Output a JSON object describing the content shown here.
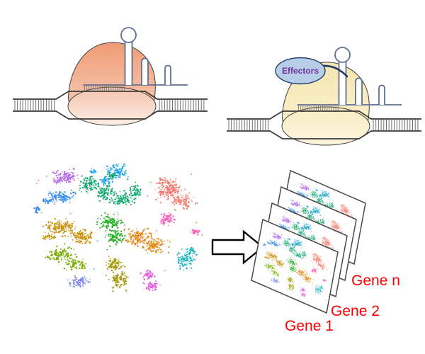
{
  "figure": {
    "labels": {
      "effectors": "Effectors",
      "gene_1": "Gene 1",
      "gene_2": "Gene 2",
      "gene_n": "Gene n"
    },
    "colors": {
      "background": "#ffffff",
      "dna_strand": "#3a3a3a",
      "dna_rung": "#6e6e6e",
      "hatch_rung": "#7a7a7a",
      "rna": "#5d6f93",
      "protein_outline": "#3f3f3f",
      "protein_left_lobe_top": "#ef9b74",
      "protein_left_lobe_bottom": "#f6c5ae",
      "protein_left_body_top": "#f5c3ac",
      "protein_left_body_bottom": "#fcede4",
      "protein_right_lobe_top": "#f6e5ae",
      "protein_right_lobe_bottom": "#faf0cd",
      "protein_right_body_top": "#f8ecc2",
      "protein_right_body_bottom": "#fcf5dd",
      "effector_fill": "#b7cee9",
      "effector_stroke": "#24426e",
      "effector_text": "#7030a0",
      "connector": "#1f3864",
      "arrow_fill": "#ffffff",
      "arrow_stroke": "#000000",
      "panel_fill": "#ffffff",
      "panel_stroke": "#4a4a4a",
      "gene_label": "#ff0000"
    }
  },
  "chart_data": {
    "type": "scatter",
    "title": "",
    "description": "t-SNE style single-cell cluster map (no axes shown); same map repeated on stacked per-gene panels",
    "axes_shown": false,
    "local_extent": [
      245,
      194
    ],
    "noise_points": 30,
    "clusters": [
      {
        "name": "violet",
        "color": "#b46ded",
        "blobs": [
          [
            48,
            23,
            12,
            7,
            55
          ],
          [
            36,
            30,
            5,
            3,
            12
          ]
        ]
      },
      {
        "name": "sky-blue",
        "color": "#25a7e8",
        "blobs": [
          [
            120,
            17,
            13,
            8,
            60
          ],
          [
            103,
            30,
            8,
            5,
            25
          ],
          [
            87,
            16,
            4,
            3,
            10
          ]
        ]
      },
      {
        "name": "blue",
        "color": "#3b8ff0",
        "blobs": [
          [
            42,
            52,
            14,
            7,
            60
          ],
          [
            22,
            57,
            6,
            4,
            14
          ],
          [
            9,
            70,
            5,
            4,
            12
          ]
        ]
      },
      {
        "name": "emerald",
        "color": "#13a870",
        "blobs": [
          [
            80,
            34,
            10,
            9,
            50
          ],
          [
            103,
            46,
            12,
            9,
            50
          ],
          [
            128,
            55,
            13,
            8,
            50
          ],
          [
            148,
            43,
            8,
            7,
            28
          ],
          [
            113,
            22,
            6,
            4,
            14
          ]
        ]
      },
      {
        "name": "salmon",
        "color": "#f8766d",
        "blobs": [
          [
            196,
            43,
            16,
            11,
            85
          ],
          [
            215,
            59,
            12,
            9,
            40
          ],
          [
            184,
            30,
            7,
            4,
            16
          ]
        ]
      },
      {
        "name": "hot-pink",
        "color": "#ff5ab5",
        "blobs": [
          [
            191,
            84,
            9,
            7,
            38
          ],
          [
            231,
            101,
            6,
            3,
            13
          ]
        ]
      },
      {
        "name": "gold",
        "color": "#c8920a",
        "blobs": [
          [
            40,
            96,
            18,
            9,
            75
          ],
          [
            70,
            108,
            15,
            8,
            55
          ],
          [
            24,
            109,
            7,
            4,
            16
          ]
        ]
      },
      {
        "name": "yellow-green",
        "color": "#7cae00",
        "blobs": [
          [
            40,
            134,
            16,
            8,
            60
          ],
          [
            62,
            146,
            12,
            8,
            38
          ]
        ]
      },
      {
        "name": "green",
        "color": "#21b021",
        "blobs": [
          [
            110,
            88,
            13,
            9,
            55
          ],
          [
            118,
            109,
            11,
            9,
            45
          ]
        ]
      },
      {
        "name": "orange",
        "color": "#e68613",
        "blobs": [
          [
            150,
            108,
            15,
            9,
            65
          ],
          [
            173,
            121,
            15,
            9,
            55
          ]
        ]
      },
      {
        "name": "teal",
        "color": "#16b3be",
        "blobs": [
          [
            216,
            140,
            11,
            10,
            50
          ],
          [
            225,
            127,
            5,
            4,
            12
          ]
        ]
      },
      {
        "name": "olive",
        "color": "#a49b05",
        "blobs": [
          [
            117,
            148,
            10,
            8,
            40
          ],
          [
            122,
            170,
            11,
            11,
            50
          ]
        ]
      },
      {
        "name": "periwinkle",
        "color": "#7d87ea",
        "blobs": [
          [
            67,
            172,
            12,
            7,
            42
          ]
        ]
      },
      {
        "name": "orchid",
        "color": "#e65ce0",
        "blobs": [
          [
            165,
            163,
            8,
            5,
            22
          ],
          [
            171,
            179,
            9,
            6,
            28
          ]
        ]
      }
    ]
  }
}
